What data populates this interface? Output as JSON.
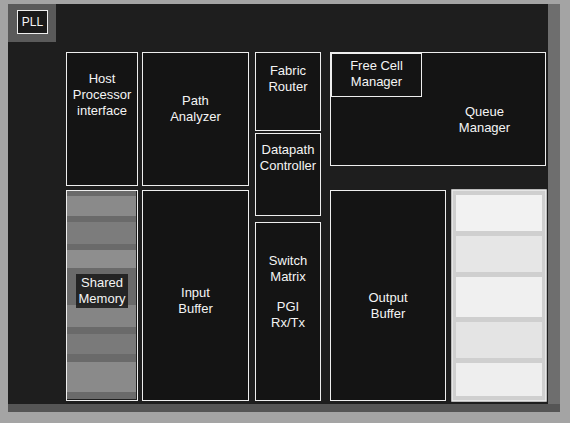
{
  "diagram": {
    "nodes": [
      {
        "text": [
          "PLL"
        ]
      },
      {
        "text": [
          "Host Processor interface"
        ]
      },
      {
        "text": [
          "Path Analyzer"
        ]
      },
      {
        "text": [
          "Fabric Router"
        ]
      },
      {
        "text": [
          "Queue Manager"
        ]
      },
      {
        "text": [
          "Free Cell Manager"
        ],
        "in": 4
      },
      {
        "text": [
          "Datapath Controller"
        ]
      },
      {
        "text": [
          "Shared Memory"
        ]
      },
      {
        "text": [
          "Input Buffer"
        ]
      },
      {
        "text": [
          "Switch Matrix",
          "PGI Rx/Tx"
        ]
      },
      {
        "text": [
          "Output Buffer"
        ]
      }
    ]
  }
}
